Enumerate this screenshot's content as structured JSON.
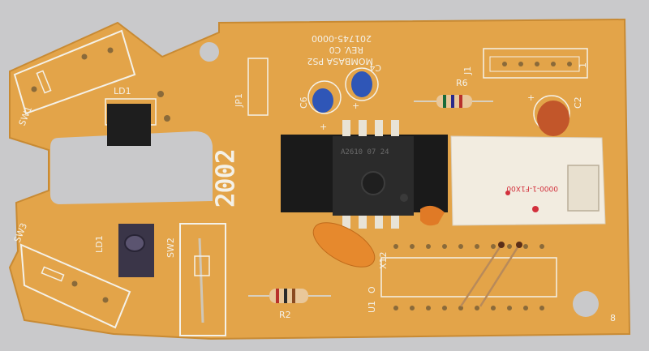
{
  "scene": {
    "background_color": "#c9c9cb",
    "board_color": "#e3a449",
    "silkscreen_color": "#f4f1e8"
  },
  "board_text": {
    "line1": "MOMBASA PS2",
    "line2": "REV. C0",
    "line3": "201745-0000",
    "board_number": "8"
  },
  "labels": {
    "c4": "C4",
    "c6": "C6",
    "c2": "C2",
    "r6": "R6",
    "r2": "R2",
    "j1": "J1",
    "j1_pin": "1",
    "jp1": "JP1",
    "ld1_top": "LD1",
    "ld1_bottom": "LD1",
    "sw1": "SW1",
    "sw2": "SW2",
    "sw3": "SW3",
    "x12": "X12",
    "u1": "U1",
    "u1_pin": "O",
    "dated": "2002",
    "plus_c6": "+",
    "plus_c4": "+",
    "plus_c2": "+"
  },
  "chip": {
    "marking": "A2610 07 24"
  },
  "connector": {
    "marking": "0000-1-F1X00"
  }
}
